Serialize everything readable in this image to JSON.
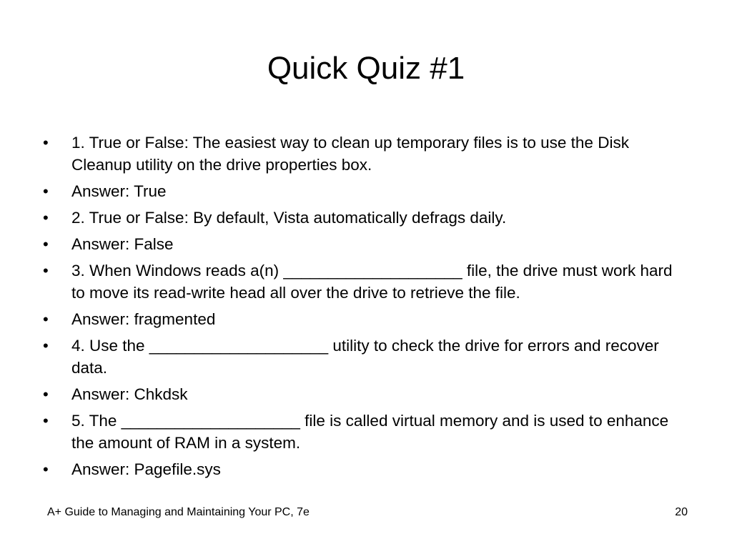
{
  "slide": {
    "title": "Quick Quiz #1",
    "bullet_char": "•",
    "bullets": [
      {
        "text": "1. True or False: The easiest way to clean up temporary files is to use the Disk Cleanup utility on the drive properties box."
      },
      {
        "text": "Answer: True"
      },
      {
        "text": "2. True or False: By default, Vista automatically defrags daily."
      },
      {
        "text": "Answer: False"
      },
      {
        "text": "3. When Windows reads a(n) ____________________ file, the drive must work hard to move its read-write head all over the drive to retrieve the file."
      },
      {
        "text": "Answer: fragmented"
      },
      {
        "text": "4. Use the ____________________ utility to check the drive for errors and recover data."
      },
      {
        "text": "Answer: Chkdsk"
      },
      {
        "text": "5. The ____________________ file is called virtual memory and is used to enhance the amount of RAM in a system."
      },
      {
        "text": "Answer: Pagefile.sys"
      }
    ]
  },
  "footer": {
    "book_title": "A+ Guide to Managing and Maintaining Your PC, 7e",
    "page_number": "20"
  }
}
